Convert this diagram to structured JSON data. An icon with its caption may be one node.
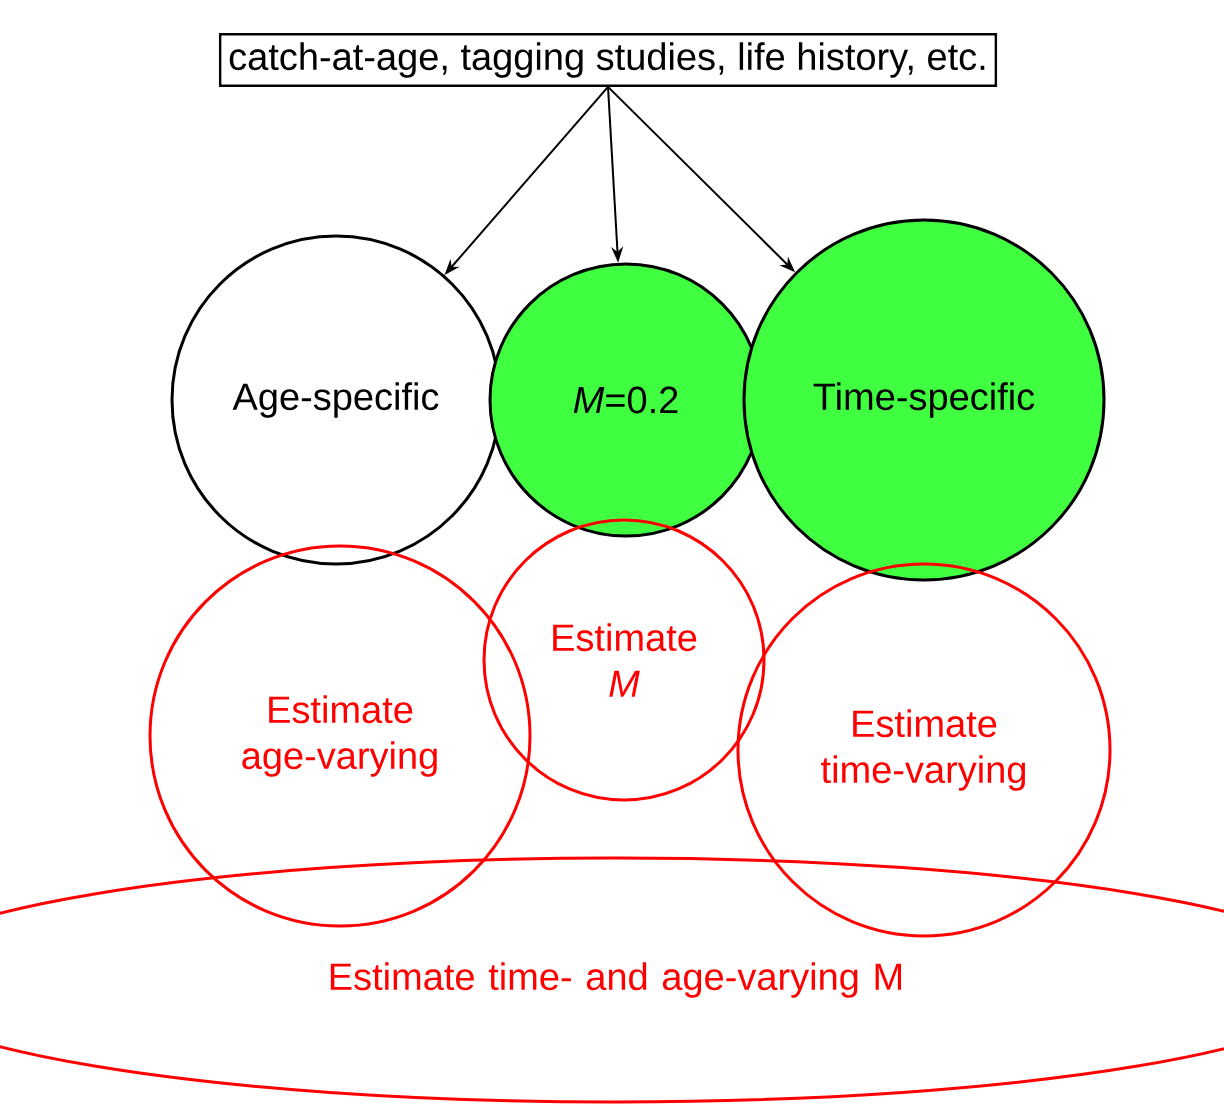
{
  "diagram": {
    "nodes": [
      {
        "text": [
          "catch-at-age, tagging studies, life history, etc."
        ]
      },
      {
        "text": [
          "Age-specific"
        ]
      },
      {
        "text": [
          "*M*=0.2"
        ]
      },
      {
        "text": [
          "Time-specific"
        ]
      },
      {
        "text": [
          "Estimate *M*"
        ]
      },
      {
        "text": [
          "Estimate age-varying"
        ]
      },
      {
        "text": [
          "Estimate time-varying"
        ]
      },
      {
        "text": [
          "Estimate time- and age-varying M"
        ]
      }
    ],
    "edges": [
      {
        "from": 0,
        "to": 1,
        "arrow": "to"
      },
      {
        "from": 0,
        "to": 2,
        "arrow": "to"
      },
      {
        "from": 0,
        "to": 3,
        "arrow": "to"
      }
    ]
  }
}
